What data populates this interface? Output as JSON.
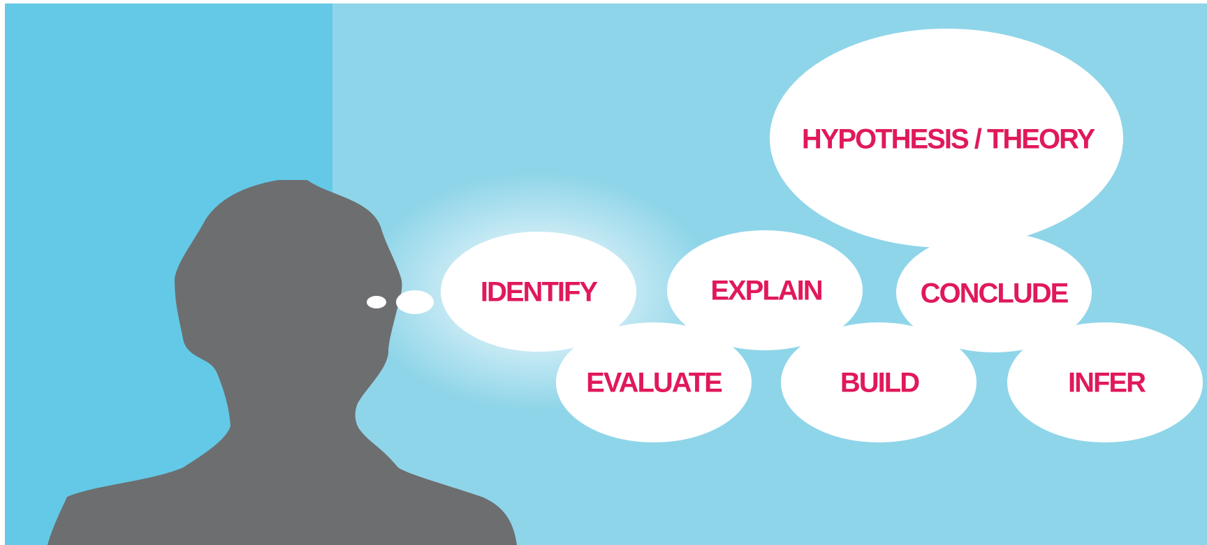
{
  "colors": {
    "background_light": "#8fd5e9",
    "background_dark": "#63c9e6",
    "silhouette": "#6d6e70",
    "bubble": "#ffffff",
    "label": "#e0195a"
  },
  "icons": {
    "person": "person-silhouette-icon",
    "thought_dots": "thought-dot-icon"
  },
  "bubbles": {
    "hypothesis": "HYPOTHESIS / THEORY",
    "identify": "IDENTIFY",
    "explain": "EXPLAIN",
    "conclude": "CONCLUDE",
    "evaluate": "EVALUATE",
    "build": "BUILD",
    "infer": "INFER"
  }
}
